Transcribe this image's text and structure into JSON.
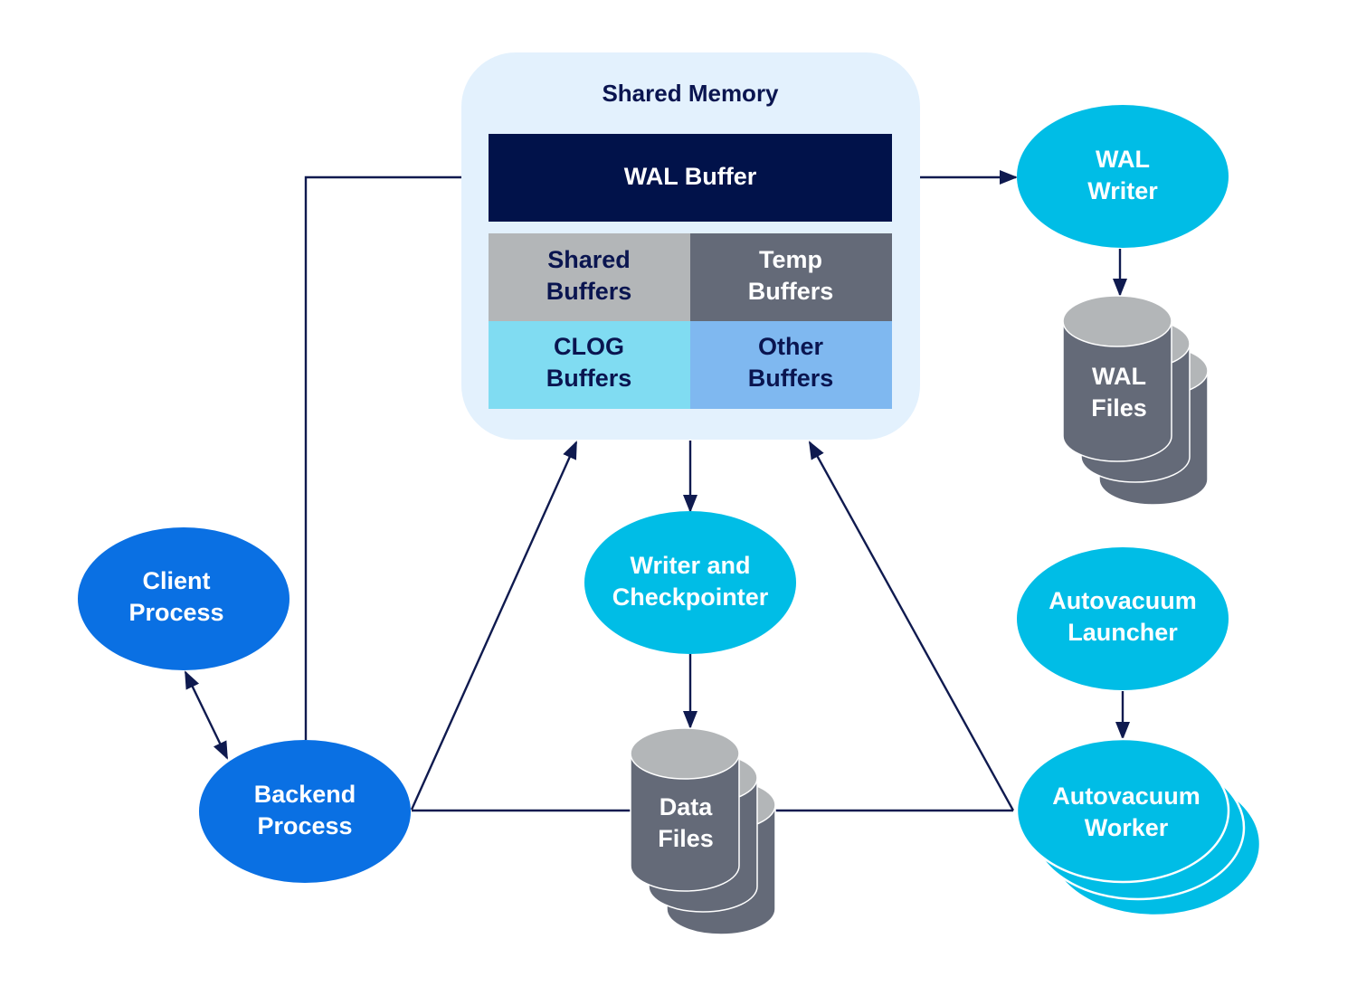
{
  "diagram": {
    "colors": {
      "navy": "#01124a",
      "edge": "#0f1a4f",
      "process_blue": "#0a70e3",
      "process_cyan": "#00bde6",
      "shared_memory_bg": "#e3f1fd",
      "gray_light": "#b3b6b8",
      "gray_dark": "#646a78",
      "clog": "#80dcf2",
      "other": "#7fb8f0"
    },
    "shared_memory": {
      "title": "Shared Memory",
      "wal_buffer": "WAL Buffer",
      "shared_buffers": [
        "Shared",
        "Buffers"
      ],
      "temp_buffers": [
        "Temp",
        "Buffers"
      ],
      "clog_buffers": [
        "CLOG",
        "Buffers"
      ],
      "other_buffers": [
        "Other",
        "Buffers"
      ]
    },
    "nodes": {
      "wal_writer": [
        "WAL",
        "Writer"
      ],
      "wal_files": [
        "WAL",
        "Files"
      ],
      "client_process": [
        "Client",
        "Process"
      ],
      "backend_process": [
        "Backend",
        "Process"
      ],
      "writer_checkpointer": [
        "Writer and",
        "Checkpointer"
      ],
      "data_files": [
        "Data",
        "Files"
      ],
      "autovacuum_launcher": [
        "Autovacuum",
        "Launcher"
      ],
      "autovacuum_worker": [
        "Autovacuum",
        "Worker"
      ]
    },
    "edges": [
      {
        "from": "backend_process",
        "to": "wal_buffer",
        "type": "arrow"
      },
      {
        "from": "wal_buffer",
        "to": "wal_writer",
        "type": "arrow"
      },
      {
        "from": "wal_writer",
        "to": "wal_files",
        "type": "arrow"
      },
      {
        "from": "client_process",
        "to": "backend_process",
        "type": "bidirectional"
      },
      {
        "from": "backend_process",
        "to": "shared_memory",
        "type": "arrow"
      },
      {
        "from": "shared_memory",
        "to": "writer_checkpointer",
        "type": "arrow"
      },
      {
        "from": "writer_checkpointer",
        "to": "data_files",
        "type": "arrow"
      },
      {
        "from": "backend_process",
        "to": "data_files",
        "type": "line"
      },
      {
        "from": "data_files",
        "to": "autovacuum_worker",
        "type": "line"
      },
      {
        "from": "autovacuum_worker",
        "to": "shared_memory",
        "type": "arrow"
      },
      {
        "from": "autovacuum_launcher",
        "to": "autovacuum_worker",
        "type": "arrow"
      }
    ]
  }
}
